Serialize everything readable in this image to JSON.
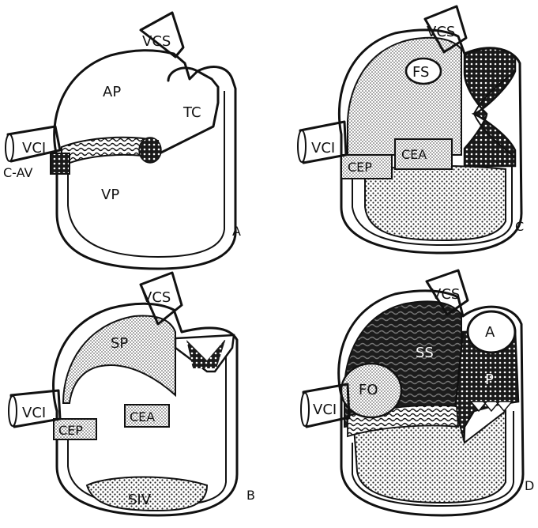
{
  "panels": {
    "a": {
      "letter": "A",
      "labels": {
        "vcs": "VCS",
        "ap": "AP",
        "tc": "TC",
        "vci": "VCI",
        "cav": "C-AV",
        "vp": "VP"
      }
    },
    "b": {
      "letter": "B",
      "labels": {
        "vcs": "VCS",
        "sp": "SP",
        "vci": "VCI",
        "cep": "CEP",
        "cea": "CEA",
        "siv": "SIV"
      }
    },
    "c": {
      "letter": "C",
      "labels": {
        "vcs": "VCS",
        "fs": "FS",
        "vci": "VCI",
        "cep": "CEP",
        "cea": "CEA"
      }
    },
    "d": {
      "letter": "D",
      "labels": {
        "vcs": "VCS",
        "a": "A",
        "ss": "SS",
        "fo": "FO",
        "p": "P",
        "vci": "VCI"
      }
    }
  }
}
